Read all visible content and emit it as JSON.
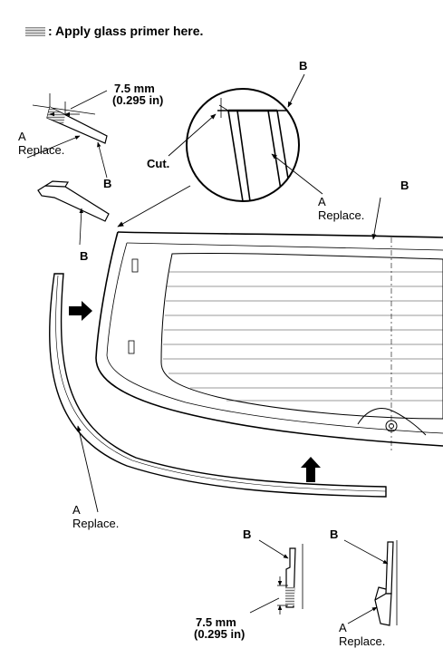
{
  "legend": {
    "swatch_icon": "glass-primer-hatch",
    "text": ": Apply glass primer here."
  },
  "labels": {
    "dim_tl_mm": "7.5 mm",
    "dim_tl_in": "(0.295 in)",
    "a_tl": "A",
    "replace_tl": "Replace.",
    "b_tl_1": "B",
    "b_tl_2": "B",
    "b_circle": "B",
    "cut": "Cut.",
    "a_circle": "A",
    "replace_circle": "Replace.",
    "b_glass": "B",
    "a_molding": "A",
    "replace_molding": "Replace.",
    "b_br_1": "B",
    "b_br_2": "B",
    "dim_br_mm": "7.5 mm",
    "dim_br_in": "(0.295 in)",
    "a_br": "A",
    "replace_br": "Replace."
  },
  "colors": {
    "line": "#000000",
    "hatch": "#888888",
    "background": "#ffffff"
  }
}
